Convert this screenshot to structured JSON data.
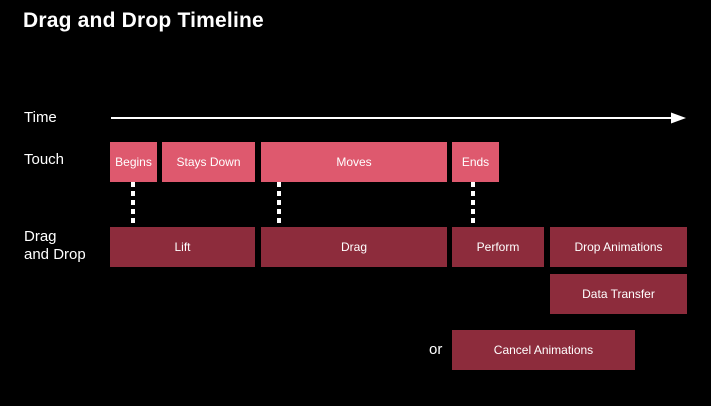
{
  "title": "Drag and Drop Timeline",
  "colors": {
    "background": "#000000",
    "touch_box": "#de596e",
    "drag_box": "#8d2c3c",
    "text": "#ffffff"
  },
  "time_row": {
    "label": "Time"
  },
  "touch_row": {
    "label": "Touch",
    "boxes": [
      {
        "label": "Begins"
      },
      {
        "label": "Stays Down"
      },
      {
        "label": "Moves"
      },
      {
        "label": "Ends"
      }
    ]
  },
  "drag_drop_row": {
    "label_line_1": "Drag",
    "label_line_2": "and Drop",
    "boxes": [
      {
        "label": "Lift"
      },
      {
        "label": "Drag"
      },
      {
        "label": "Perform"
      },
      {
        "label": "Drop Animations"
      }
    ]
  },
  "follow_up": {
    "data_transfer_label": "Data Transfer",
    "or_label": "or",
    "cancel_animations_label": "Cancel Animations"
  }
}
